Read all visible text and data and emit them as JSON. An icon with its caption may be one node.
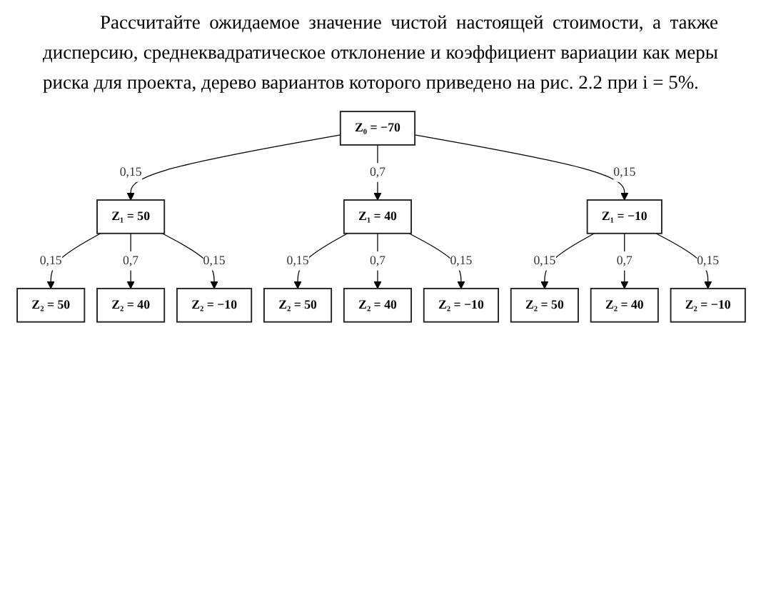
{
  "diagram": {
    "nodes": [
      {
        "text": [
          "Z₀ = −70"
        ]
      },
      {
        "text": [
          "Z₁ = 50"
        ]
      },
      {
        "text": [
          "Z₁ = 40"
        ]
      },
      {
        "text": [
          "Z₁ = −10"
        ]
      },
      {
        "text": [
          "Z₂ = 50"
        ]
      },
      {
        "text": [
          "Z₂ = 40"
        ]
      },
      {
        "text": [
          "Z₂ = −10"
        ]
      },
      {
        "text": [
          "Z₂ = 50"
        ]
      },
      {
        "text": [
          "Z₂ = 40"
        ]
      },
      {
        "text": [
          "Z₂ = −10"
        ]
      },
      {
        "text": [
          "Z₂ = 50"
        ]
      },
      {
        "text": [
          "Z₂ = 40"
        ]
      },
      {
        "text": [
          "Z₂ = −10"
        ]
      }
    ],
    "edges": [
      {
        "from": 0,
        "to": 1,
        "arrow": "to",
        "label": "0,15"
      },
      {
        "from": 0,
        "to": 2,
        "arrow": "to",
        "label": "0,7"
      },
      {
        "from": 0,
        "to": 3,
        "arrow": "to",
        "label": "0,15"
      },
      {
        "from": 1,
        "to": 4,
        "arrow": "to",
        "label": "0,15"
      },
      {
        "from": 1,
        "to": 5,
        "arrow": "to",
        "label": "0,7"
      },
      {
        "from": 1,
        "to": 6,
        "arrow": "to",
        "label": "0,15"
      },
      {
        "from": 2,
        "to": 7,
        "arrow": "to",
        "label": "0,15"
      },
      {
        "from": 2,
        "to": 8,
        "arrow": "to",
        "label": "0,7"
      },
      {
        "from": 2,
        "to": 9,
        "arrow": "to",
        "label": "0,15"
      },
      {
        "from": 3,
        "to": 10,
        "arrow": "to",
        "label": "0,15"
      },
      {
        "from": 3,
        "to": 11,
        "arrow": "to",
        "label": "0,7"
      },
      {
        "from": 3,
        "to": 12,
        "arrow": "to",
        "label": "0,15"
      }
    ],
    "labels": [
      "Рассчитайте ожидаемое значение чистой настоящей стоимости, а также дисперсию, среднеквадратическое отклонение и коэффициент вариации как меры риска для проекта, дерево вариантов которого приведено на рис. 2.2 при i = 5%."
    ]
  }
}
